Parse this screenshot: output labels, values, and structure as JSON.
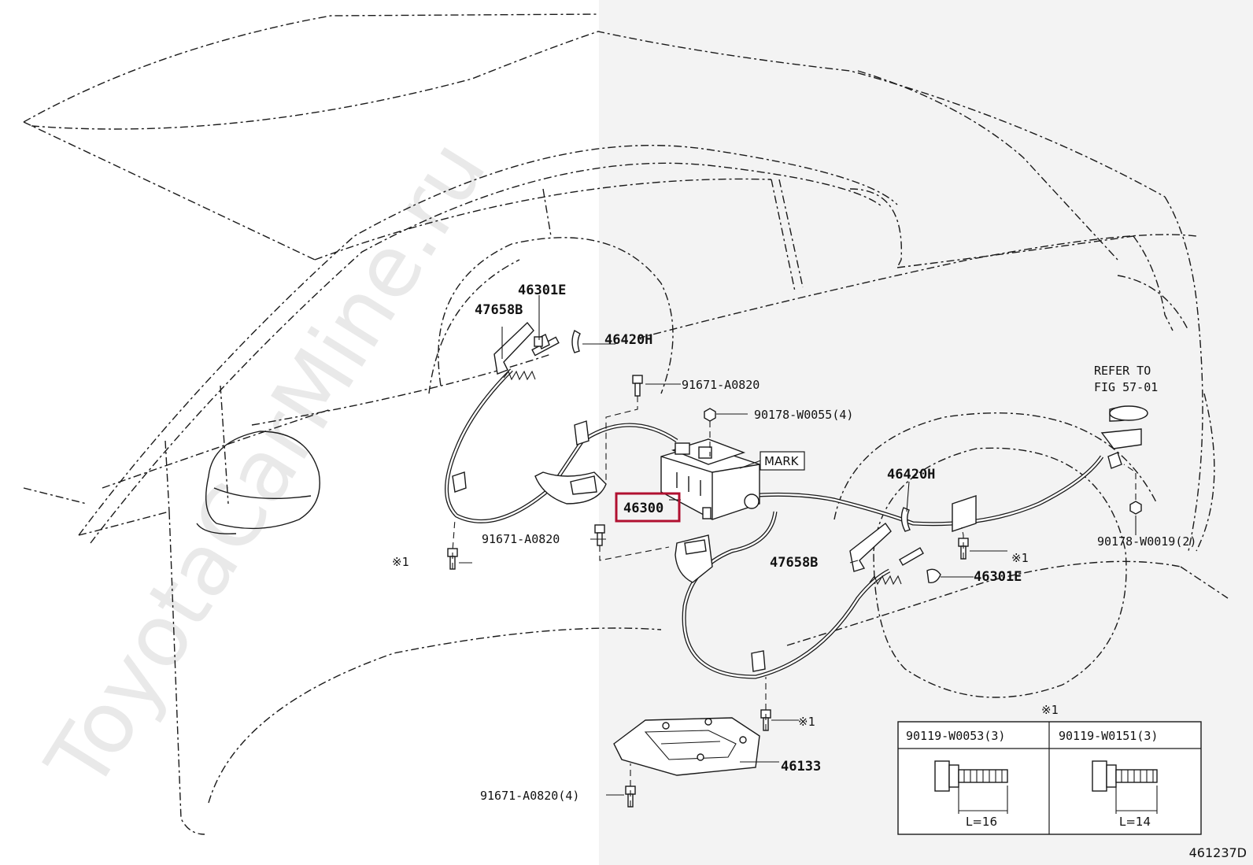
{
  "watermark": "ToyotaCarMine.ru",
  "figure_code": "461237D",
  "highlight_color": "#b01030",
  "labels": {
    "p46300": "46300",
    "p46301e_top": "46301E",
    "p47658b_top": "47658B",
    "p46420h_top": "46420H",
    "p91671_top": "91671-A0820",
    "p90178_w0055": "90178-W0055(4)",
    "mark": "MARK",
    "p91671_mid": "91671-A0820",
    "ref1": "※1",
    "p46420h_right": "46420H",
    "p47658b_right": "47658B",
    "ref2": "※1",
    "p46301e_right": "46301E",
    "refer_line1": "REFER TO",
    "refer_line2": "FIG 57-01",
    "p90178_w0019": "90178-W0019(2)",
    "ref3": "※1",
    "p46133": "46133",
    "p91671_bottom": "91671-A0820(4)"
  },
  "bolt_table": {
    "heading": "※1",
    "columns": [
      {
        "header": "90119-W0053(3)",
        "length": "L=16"
      },
      {
        "header": "90119-W0151(3)",
        "length": "L=14"
      }
    ]
  }
}
